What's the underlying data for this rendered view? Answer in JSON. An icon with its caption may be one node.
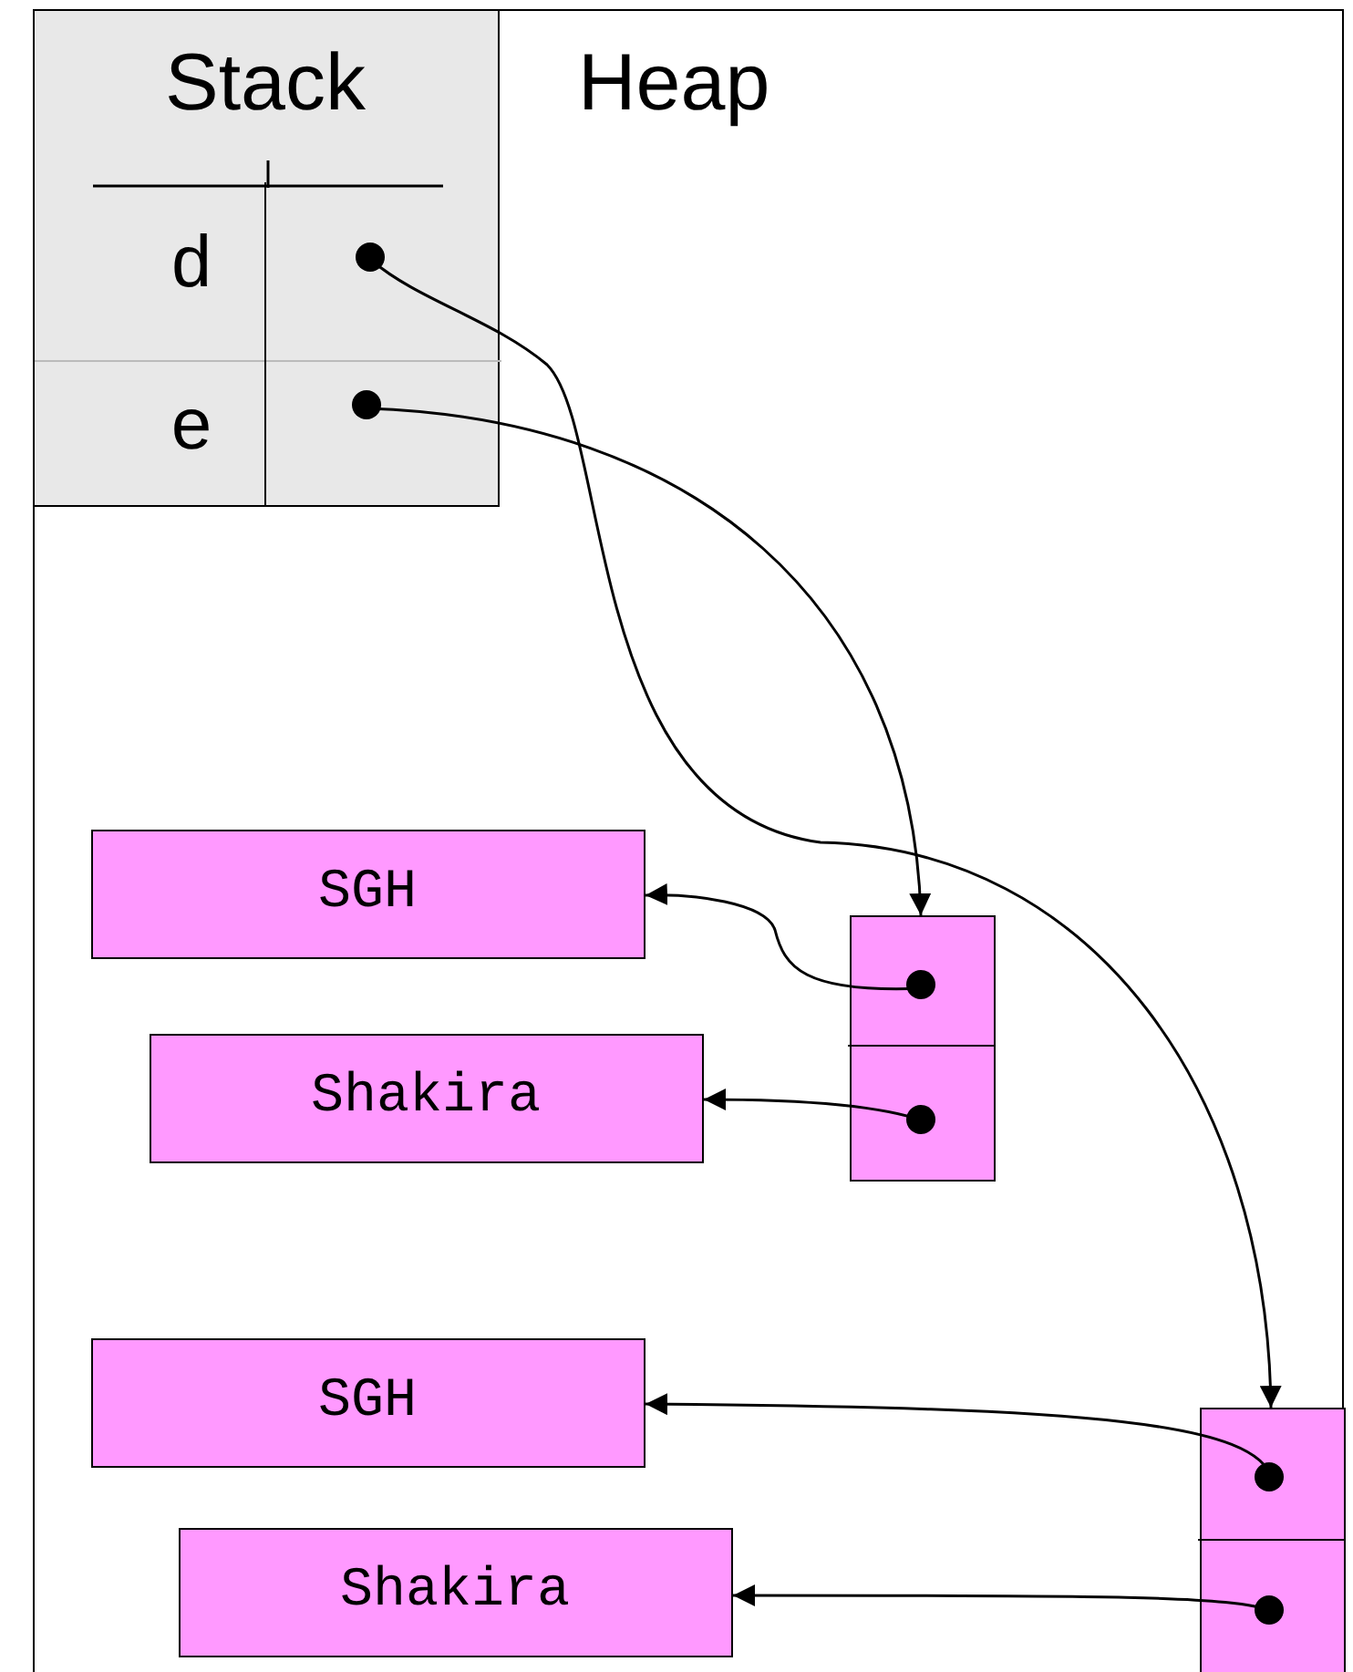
{
  "diagram": {
    "nodes": [
      {
        "text": [
          "Heap"
        ]
      },
      {
        "text": [
          "Stack"
        ],
        "in": 0
      },
      {
        "text": [
          "d"
        ],
        "in": 1
      },
      {
        "text": [],
        "shape": "box",
        "in": 1
      },
      {
        "text": [
          "e"
        ],
        "in": 1
      },
      {
        "text": [],
        "shape": "box",
        "in": 1
      },
      {
        "text": [
          "SGH"
        ],
        "in": 0
      },
      {
        "text": [],
        "shape": "box",
        "in": 0
      },
      {
        "text": [],
        "shape": "box",
        "in": 7
      },
      {
        "text": [],
        "shape": "box",
        "in": 7
      },
      {
        "text": [
          "Shakira"
        ],
        "in": 0
      },
      {
        "text": [
          "SGH"
        ],
        "in": 0
      },
      {
        "text": [],
        "shape": "box",
        "in": 0
      },
      {
        "text": [],
        "shape": "box",
        "in": 12
      },
      {
        "text": [],
        "shape": "box",
        "in": 12
      },
      {
        "text": [
          "Shakira"
        ],
        "in": 0
      }
    ],
    "edges": [
      {
        "from": 3,
        "to": 12,
        "arrow": "to"
      },
      {
        "from": 5,
        "to": 7,
        "arrow": "to"
      },
      {
        "from": 8,
        "to": 6,
        "arrow": "to"
      },
      {
        "from": 9,
        "to": 10,
        "arrow": "to"
      },
      {
        "from": 13,
        "to": 11,
        "arrow": "to"
      },
      {
        "from": 14,
        "to": 15,
        "arrow": "to"
      }
    ]
  }
}
